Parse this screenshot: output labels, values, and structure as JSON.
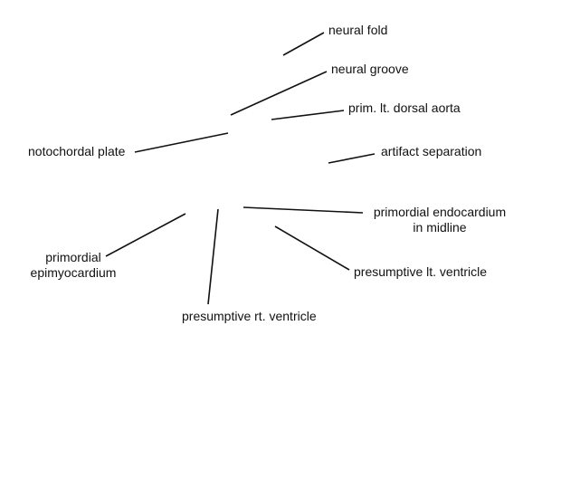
{
  "labels": {
    "neural_fold": "neural fold",
    "neural_groove": "neural groove",
    "prim_lt_dorsal_aorta": "prim. lt. dorsal aorta",
    "notochordal_plate": "notochordal plate",
    "artifact_separation": "artifact separation",
    "primordial_endocardium": [
      "primordial endocardium",
      "in midline"
    ],
    "primordial_epimyocardium": [
      "primordial",
      "epimyocardium"
    ],
    "presumptive_lt_ventricle": "presumptive lt. ventricle",
    "presumptive_rt_ventricle": "presumptive rt. ventricle"
  }
}
